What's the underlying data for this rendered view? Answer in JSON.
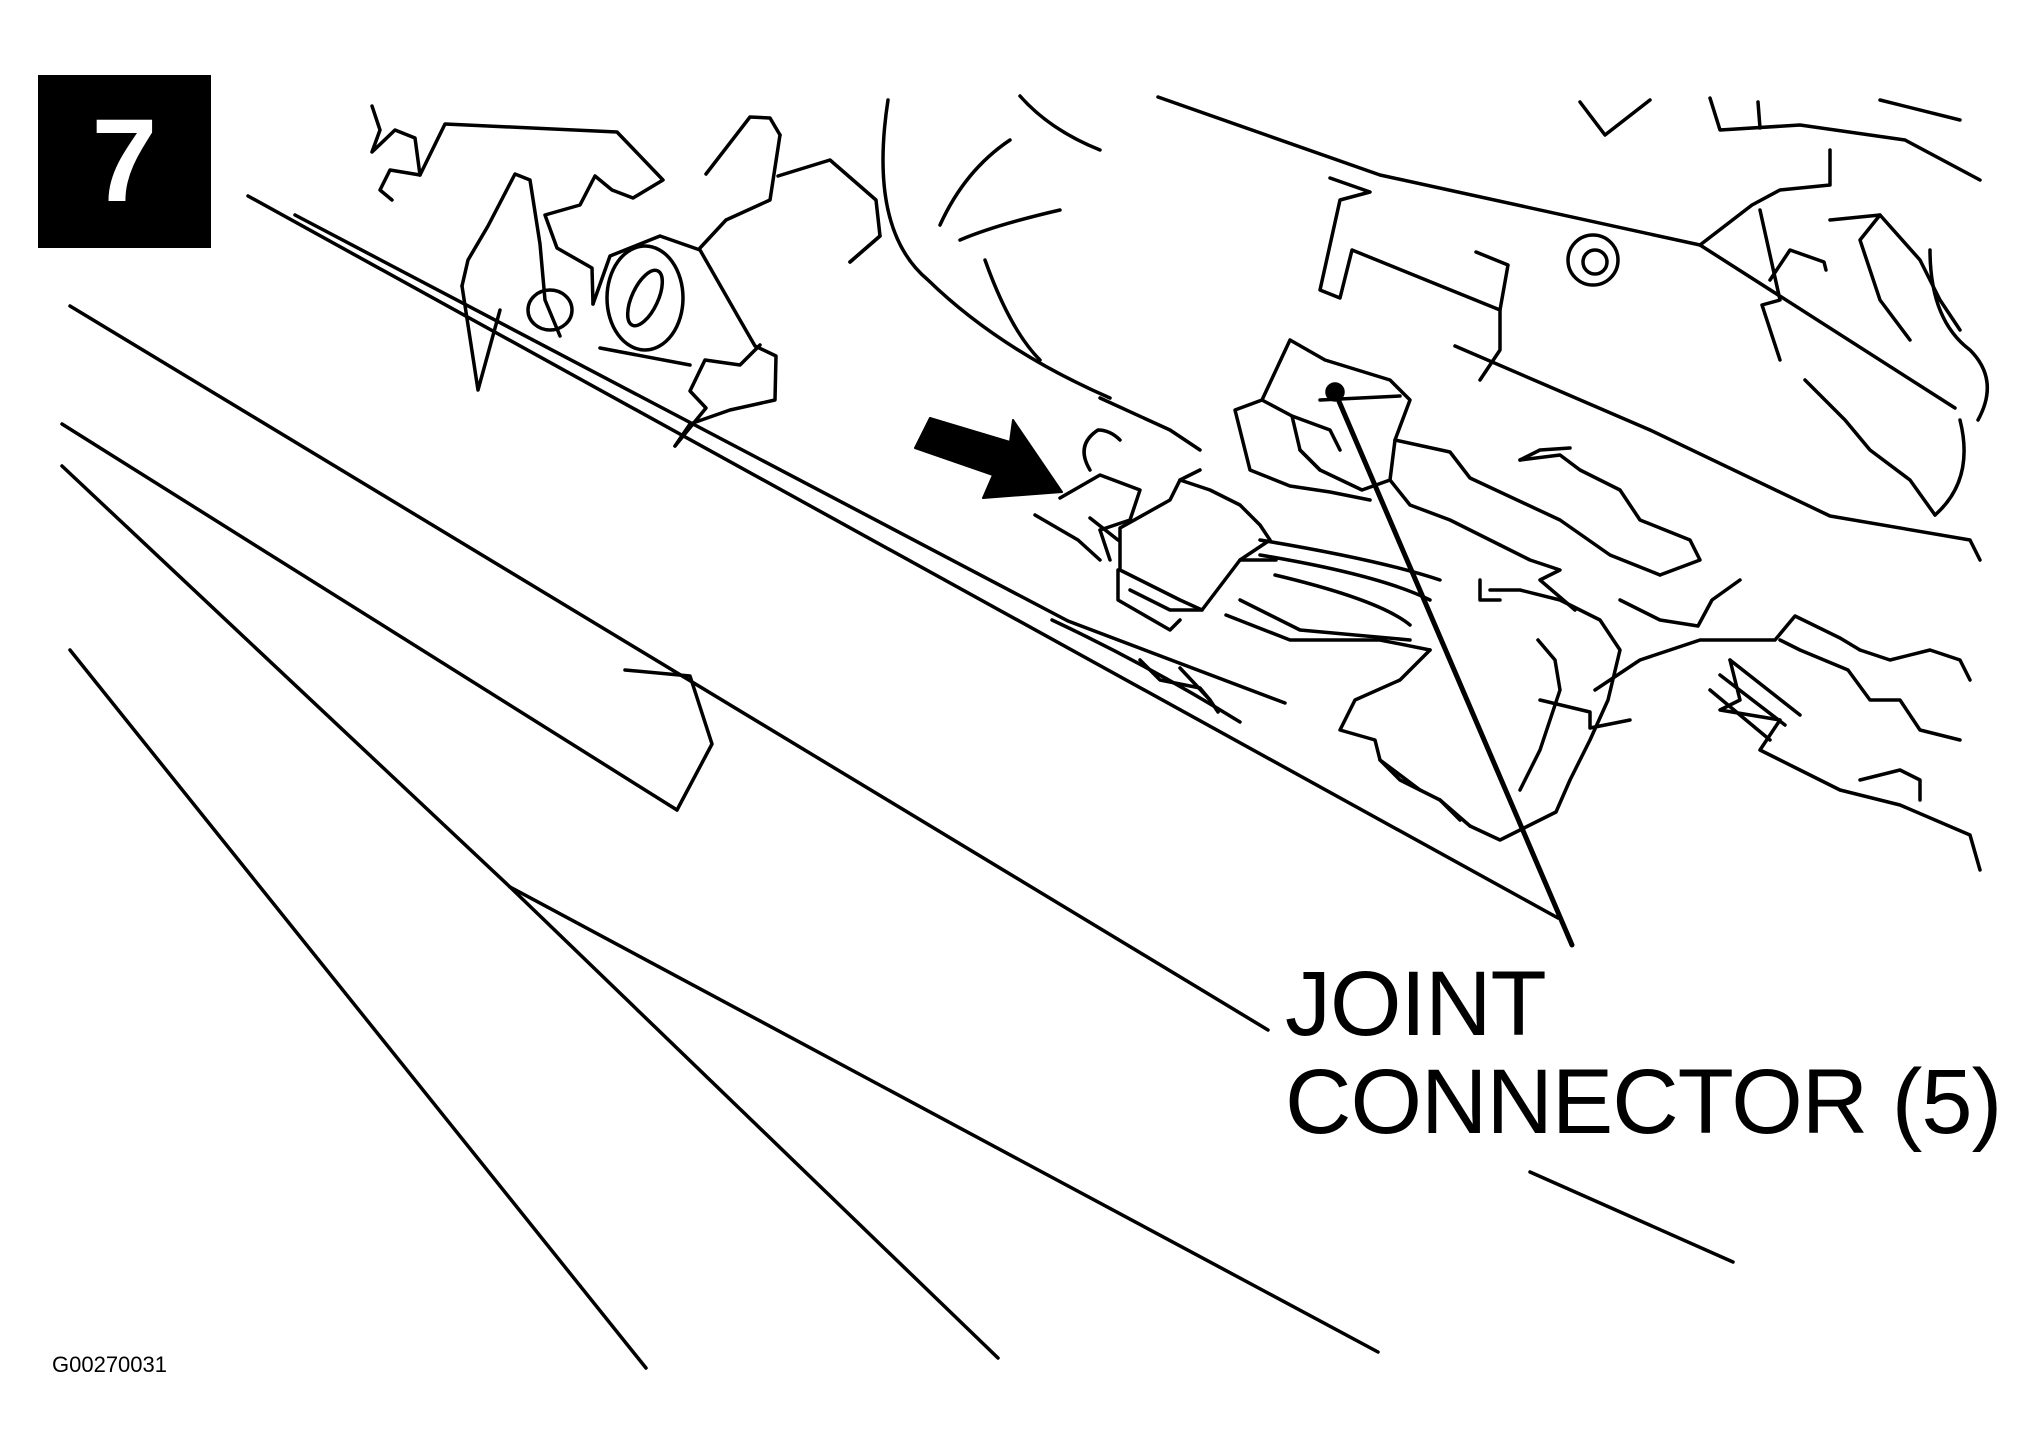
{
  "step": {
    "number": "7"
  },
  "callout": {
    "line1": "JOINT",
    "line2": "CONNECTOR (5)"
  },
  "figure_code": "G00270031",
  "colors": {
    "ink": "#000000",
    "paper": "#ffffff"
  },
  "icons": {
    "pointer": "arrow-right-down-icon"
  }
}
